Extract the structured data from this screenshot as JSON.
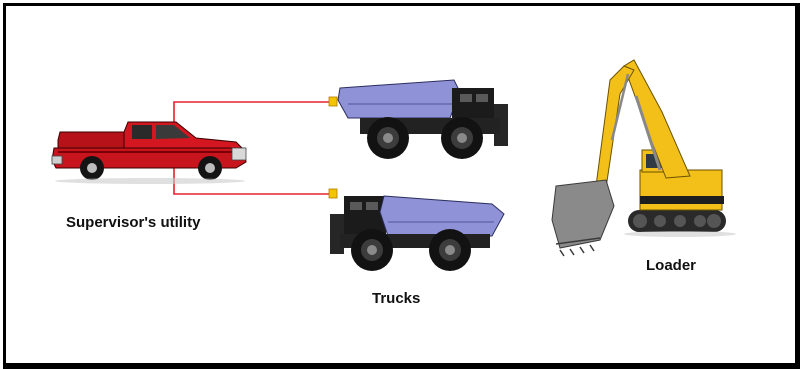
{
  "labels": {
    "utility": "Supervisor's utility",
    "trucks": "Trucks",
    "loader": "Loader"
  },
  "colors": {
    "frame": "#000000",
    "link_line": "#e8202a",
    "link_node": "#f5c400",
    "utility_body": "#c8141c",
    "truck_tray": "#8f92d6",
    "truck_chassis": "#1b1b1b",
    "loader_body": "#f2c019",
    "bucket": "#8a8a8a"
  },
  "icons": [
    "pickup-truck-icon",
    "dump-truck-icon",
    "dump-truck-icon",
    "excavator-icon"
  ]
}
